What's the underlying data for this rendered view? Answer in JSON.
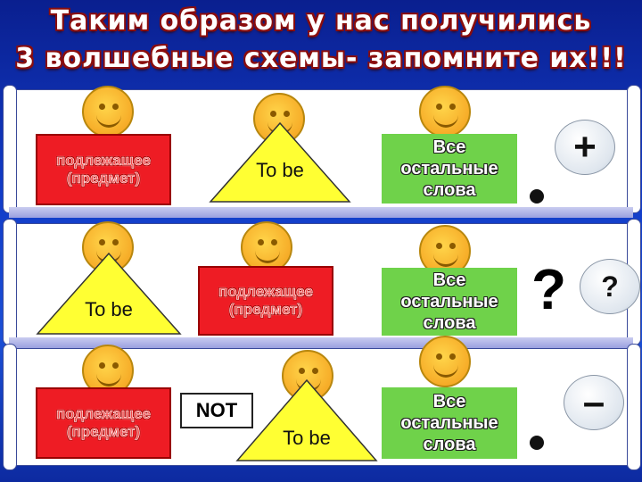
{
  "title": {
    "line1": "Таким образом у нас получились",
    "line2": "3 волшебные схемы- запомните их!!!"
  },
  "rows": [
    {
      "subject": [
        "подлежащее",
        "(предмет)"
      ],
      "to_be": "To be",
      "rest": [
        "Все",
        "остальные",
        "слова"
      ],
      "end_mark": ".",
      "sign": "+"
    },
    {
      "to_be": "To be",
      "subject": [
        "подлежащее",
        "(предмет)"
      ],
      "rest": [
        "Все",
        "остальные",
        "слова"
      ],
      "end_mark": "?",
      "sign": "?"
    },
    {
      "subject": [
        "подлежащее",
        "(предмет)"
      ],
      "not": "NOT",
      "to_be": "To be",
      "rest": [
        "Все",
        "остальные",
        "слова"
      ],
      "end_mark": ".",
      "sign": "–"
    }
  ],
  "colors": {
    "subject_box": "#ee1c24",
    "verb_triangle": "#ffff33",
    "rest_box": "#6fd24a",
    "background": "#123cc8"
  }
}
